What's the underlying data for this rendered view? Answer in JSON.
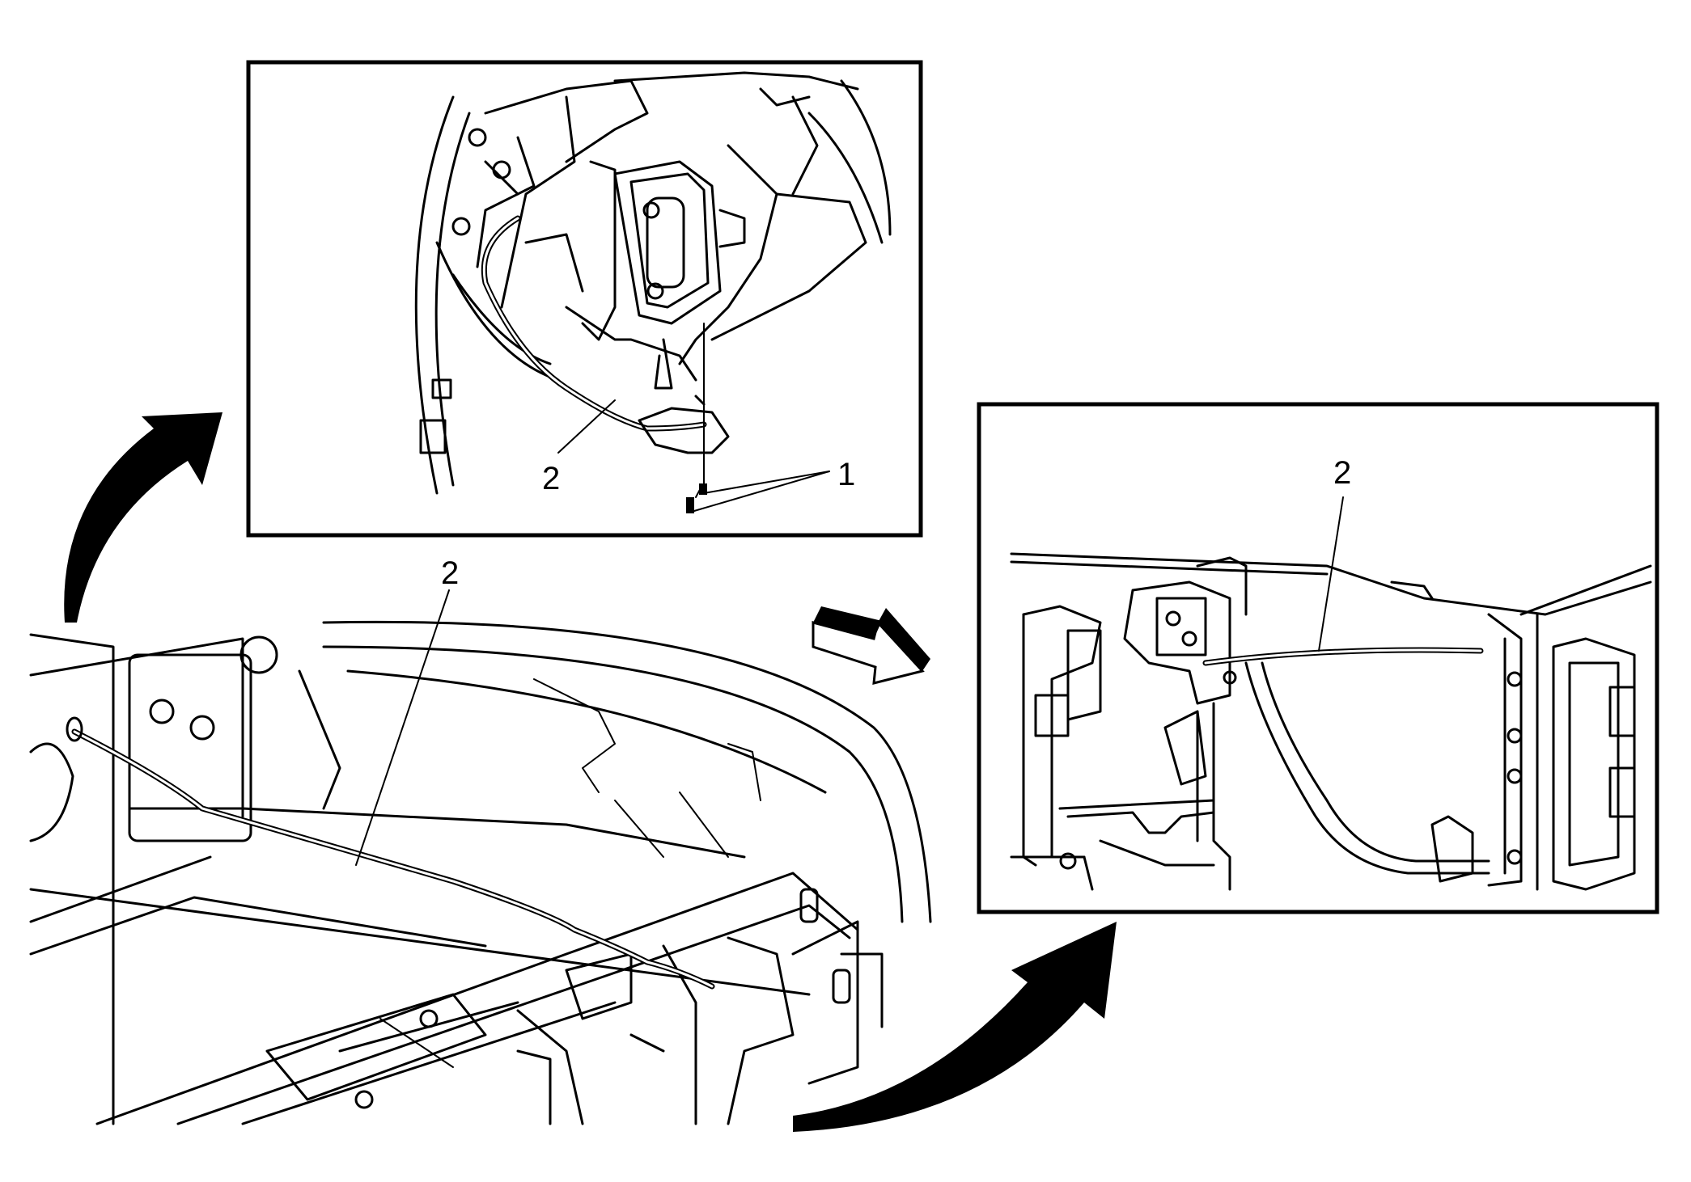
{
  "callouts": {
    "top_inset_cable": "2",
    "top_inset_fasteners": "1",
    "main_view_cable": "2",
    "right_inset_cable": "2"
  },
  "colors": {
    "line": "#000000",
    "background": "#ffffff"
  },
  "icons": [
    "direction-arrow-icon",
    "curved-pointer-arrow-icon"
  ]
}
